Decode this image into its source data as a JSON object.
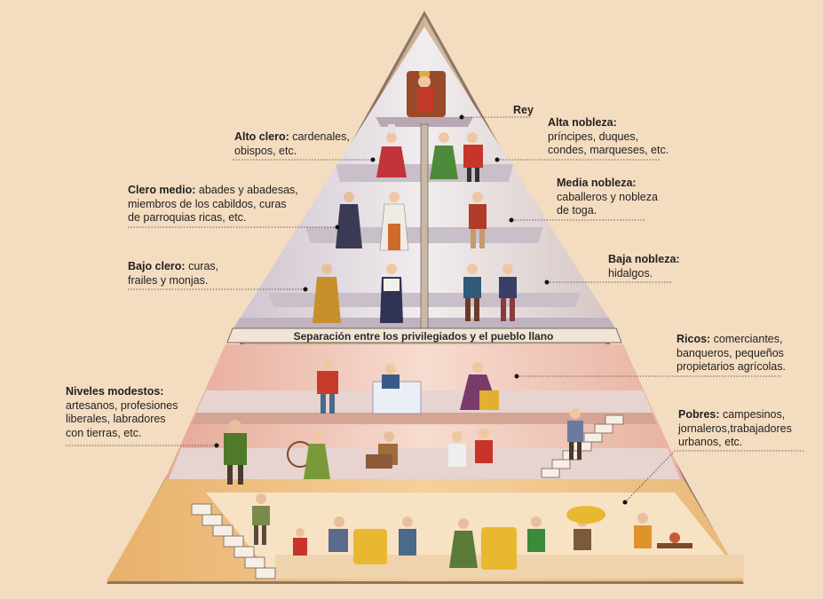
{
  "colors": {
    "background": "#f4dcc0",
    "pyramid_outline": "#7a6a58",
    "privileged_floor": "#d8d2dc",
    "common_floor": "#e9c2b4",
    "poor_floor": "#f0c88a"
  },
  "separator": {
    "text": "Separación entre los privilegiados y el pueblo llano"
  },
  "labels": {
    "rey": {
      "title": "Rey",
      "lines": []
    },
    "alto_clero": {
      "title": "Alto clero:",
      "lines": [
        " cardenales,",
        "obispos, etc."
      ]
    },
    "alta_nobleza": {
      "title": "Alta nobleza:",
      "lines": [
        "príncipes, duques,",
        "condes, marqueses, etc."
      ]
    },
    "clero_medio": {
      "title": "Clero medio:",
      "lines": [
        " abades y abadesas,",
        "miembros de los cabildos, curas",
        "de parroquias ricas, etc."
      ]
    },
    "media_nobleza": {
      "title": "Media nobleza:",
      "lines": [
        "caballeros y nobleza",
        "de toga."
      ]
    },
    "bajo_clero": {
      "title": "Bajo clero:",
      "lines": [
        " curas,",
        "frailes y monjas."
      ]
    },
    "baja_nobleza": {
      "title": "Baja nobleza:",
      "lines": [
        "hidalgos."
      ]
    },
    "ricos": {
      "title": "Ricos:",
      "lines": [
        " comerciantes,",
        "banqueros, pequeños",
        "propietarios agrícolas."
      ]
    },
    "niveles_modestos": {
      "title": "Niveles modestos:",
      "lines": [
        "artesanos, profesiones",
        "liberales, labradores",
        "con tierras, etc."
      ]
    },
    "pobres": {
      "title": "Pobres:",
      "lines": [
        " campesinos,",
        "jornaleros,trabajadores",
        "urbanos, etc."
      ]
    }
  }
}
